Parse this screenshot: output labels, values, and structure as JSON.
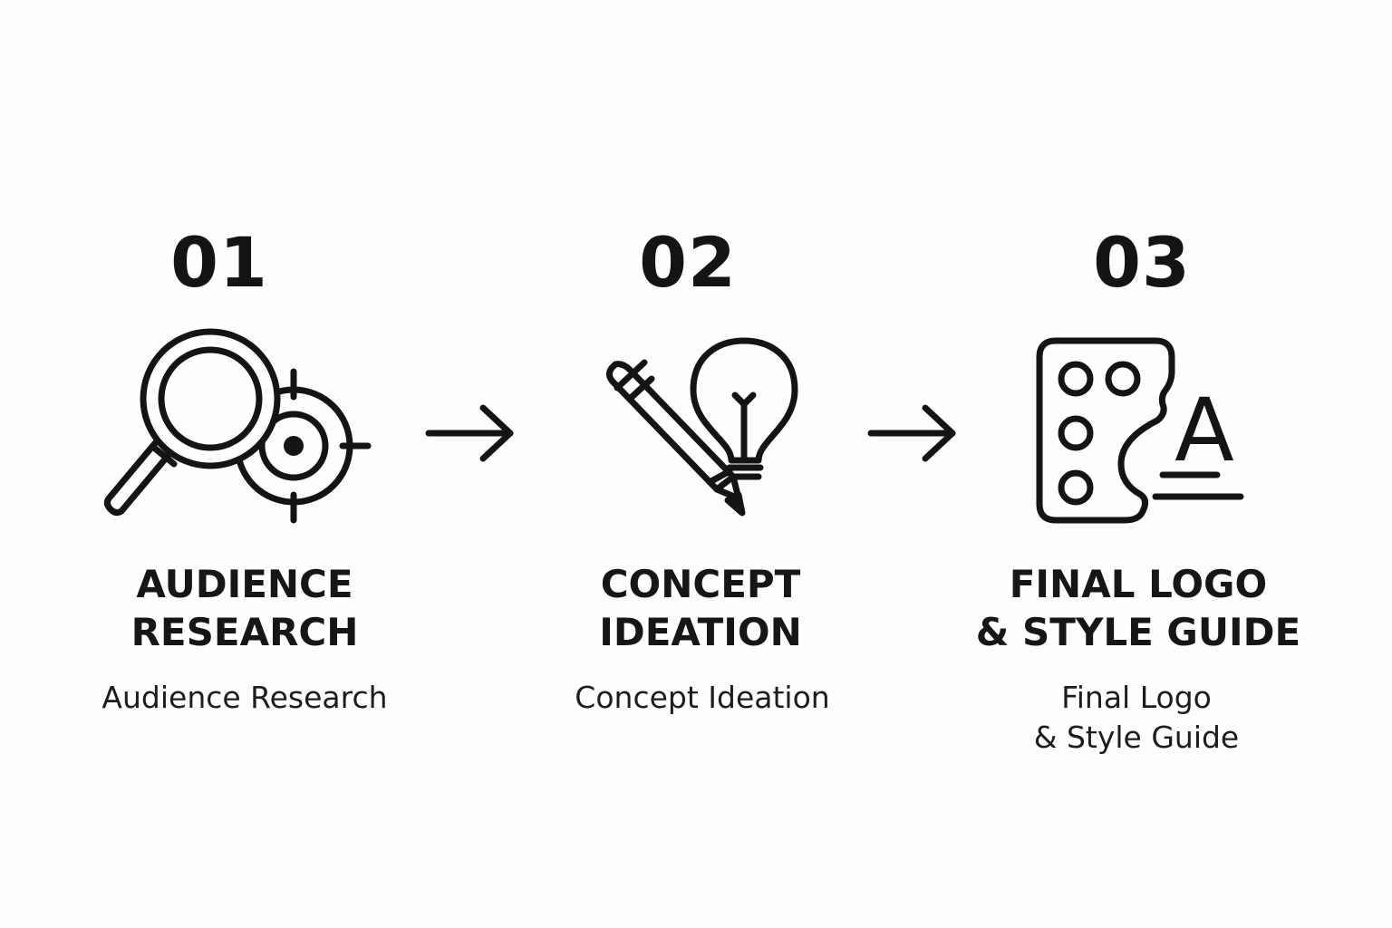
{
  "steps": [
    {
      "number": "01",
      "title_line1": "AUDIENCE",
      "title_line2": "RESEARCH",
      "caption_line1": "Audience Research",
      "caption_line2": "",
      "icon": "magnifier-target-icon"
    },
    {
      "number": "02",
      "title_line1": "CONCEPT",
      "title_line2": "IDEATION",
      "caption_line1": "Concept Ideation",
      "caption_line2": "",
      "icon": "pencil-lightbulb-icon"
    },
    {
      "number": "03",
      "title_line1": "FINAL LOGO",
      "title_line2": "& STYLE GUIDE",
      "caption_line1": "Final Logo",
      "caption_line2": "& Style Guide",
      "icon": "palette-typography-icon",
      "icon_letter": "A"
    }
  ],
  "connectors": [
    {
      "icon": "arrow-right-icon"
    },
    {
      "icon": "arrow-right-icon"
    }
  ],
  "colors": {
    "ink": "#141414",
    "background": "#fefefe"
  }
}
